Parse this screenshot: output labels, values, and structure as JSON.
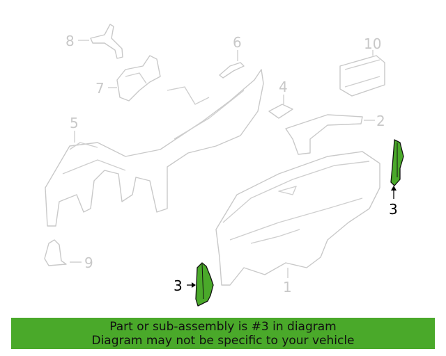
{
  "callouts": {
    "c1": "1",
    "c2": "2",
    "c3a": "3",
    "c3b": "3",
    "c4": "4",
    "c5": "5",
    "c6": "6",
    "c7": "7",
    "c8": "8",
    "c9": "9",
    "c10": "10"
  },
  "highlight_color": "#4aa92a",
  "banner": {
    "line1": "Part or sub-assembly is #3 in diagram",
    "line2": "Diagram may not be specific to your vehicle"
  }
}
